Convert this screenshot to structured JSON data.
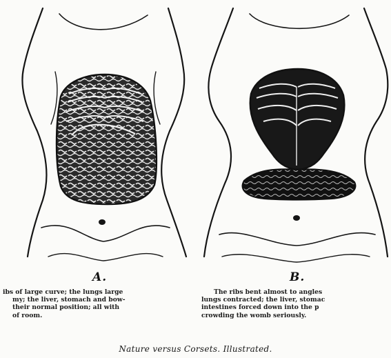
{
  "figures": {
    "a": {
      "label": "A.",
      "caption_lines": [
        "ibs of large curve; the lungs large",
        "my; the liver, stomach and bow-",
        "their normal position; all with",
        "of room."
      ]
    },
    "b": {
      "label": "B.",
      "caption_lines": [
        "The ribs bent almost to angles",
        "lungs contracted; the liver, stomac",
        "intestines forced down into the p",
        "crowding the womb seriously."
      ]
    }
  },
  "footer_title": "Nature versus Corsets. Illustrated.",
  "colors": {
    "ink": "#151515",
    "paper": "#fbfbf9"
  }
}
